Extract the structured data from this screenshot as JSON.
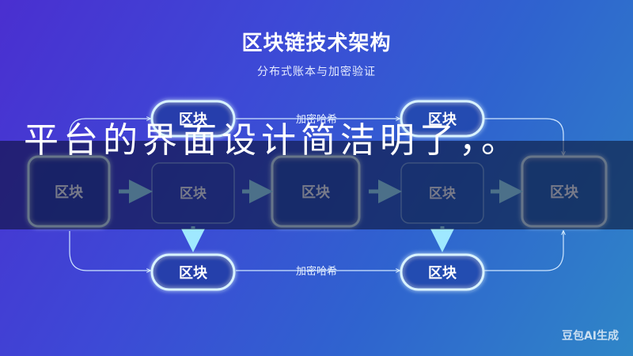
{
  "title": "区块链技术架构",
  "subtitle": "分布式账本与加密验证",
  "block_label": "区块",
  "edge_label_top": "加密哈希",
  "edge_label_bottom": "加密哈希",
  "overlay_text": "平台的界面设计简洁明了，。",
  "watermark": "豆包AI生成",
  "colors": {
    "bg_start": "#4a2fd0",
    "bg_end": "#2f86c7",
    "node_glow": "#bfe9ff",
    "arrow": "#9fe8ff"
  }
}
